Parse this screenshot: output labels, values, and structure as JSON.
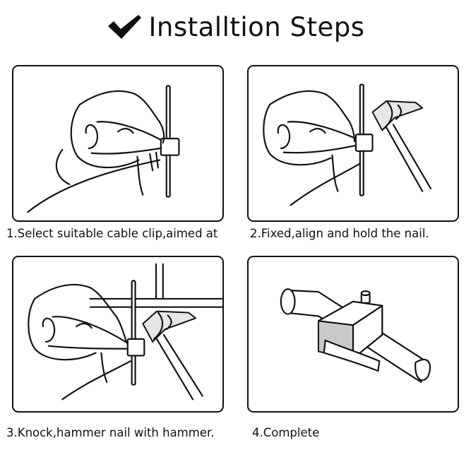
{
  "header": {
    "title": "Installtion Steps",
    "icon": "checkmark-icon"
  },
  "steps": [
    {
      "caption": "1.Select suitable cable clip,aimed at",
      "illustration": "hand-holding-clip-on-nail"
    },
    {
      "caption": "2.Fixed,align and hold the nail.",
      "illustration": "hand-holding-clip-with-hammer"
    },
    {
      "caption": "3.Knock,hammer nail with hammer.",
      "illustration": "hammer-striking-nail"
    },
    {
      "caption": "4.Complete",
      "illustration": "clip-fixed-on-cable"
    }
  ],
  "colors": {
    "ink": "#111111",
    "background": "#ffffff",
    "shade": "#c9c9c9"
  }
}
